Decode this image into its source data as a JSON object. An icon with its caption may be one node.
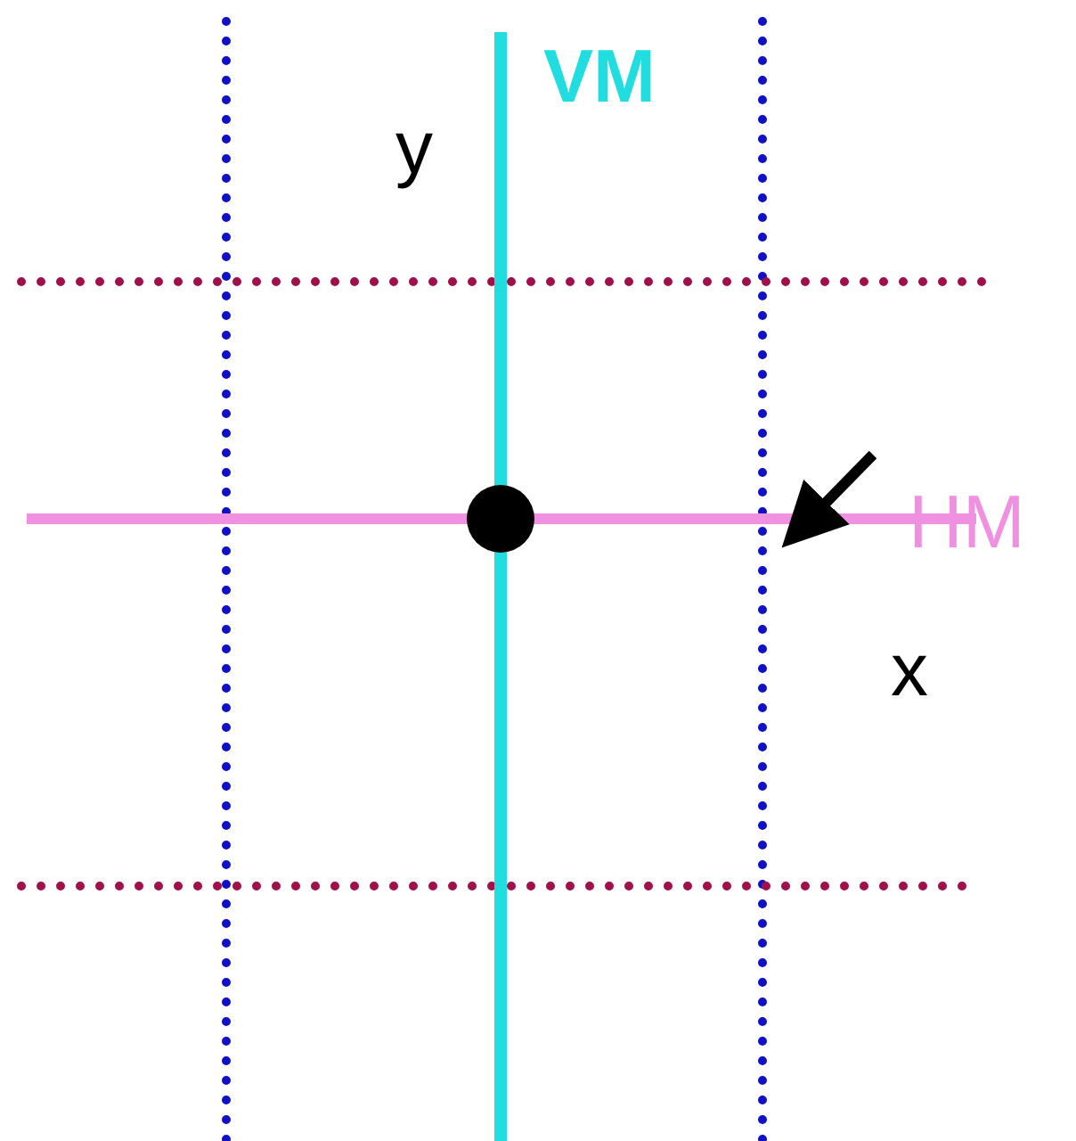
{
  "diagram": {
    "labels": [
      "VM",
      "y",
      "HM",
      "x"
    ]
  }
}
